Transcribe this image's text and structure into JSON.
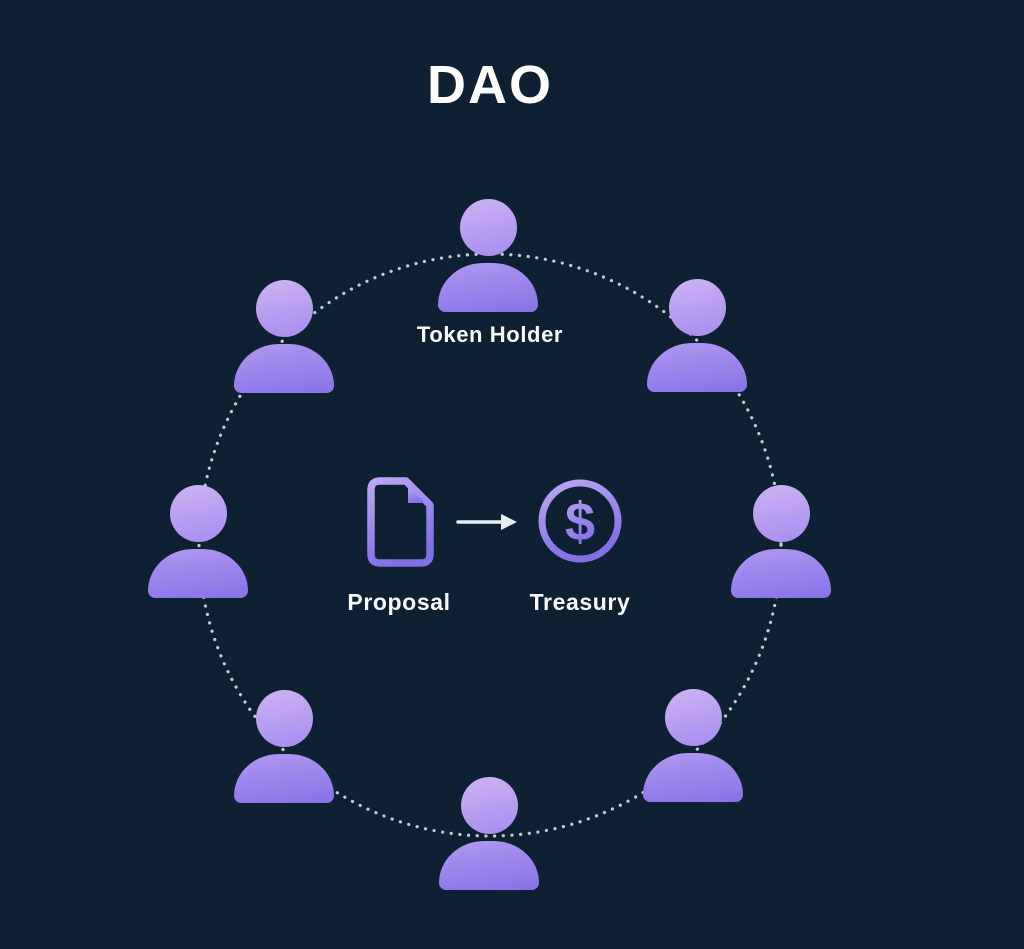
{
  "title": "DAO",
  "colors": {
    "background": "#0e2132",
    "person_gradient_light": "#ccb3f3",
    "person_gradient_dark": "#8772e7",
    "icon_stroke_light": "#b9a7f4",
    "icon_stroke_dark": "#8170e4",
    "dotted_circle": "#ccd6de",
    "arrow": "#e9eef2",
    "text": "#ffffff"
  },
  "diagram": {
    "member_count": 8,
    "member_label": "Token Holder",
    "member_icon": "person-icon",
    "center": {
      "proposal_label": "Proposal",
      "proposal_icon": "document-icon",
      "arrow_icon": "right-arrow-icon",
      "treasury_label": "Treasury",
      "treasury_icon": "dollar-coin-icon"
    }
  }
}
